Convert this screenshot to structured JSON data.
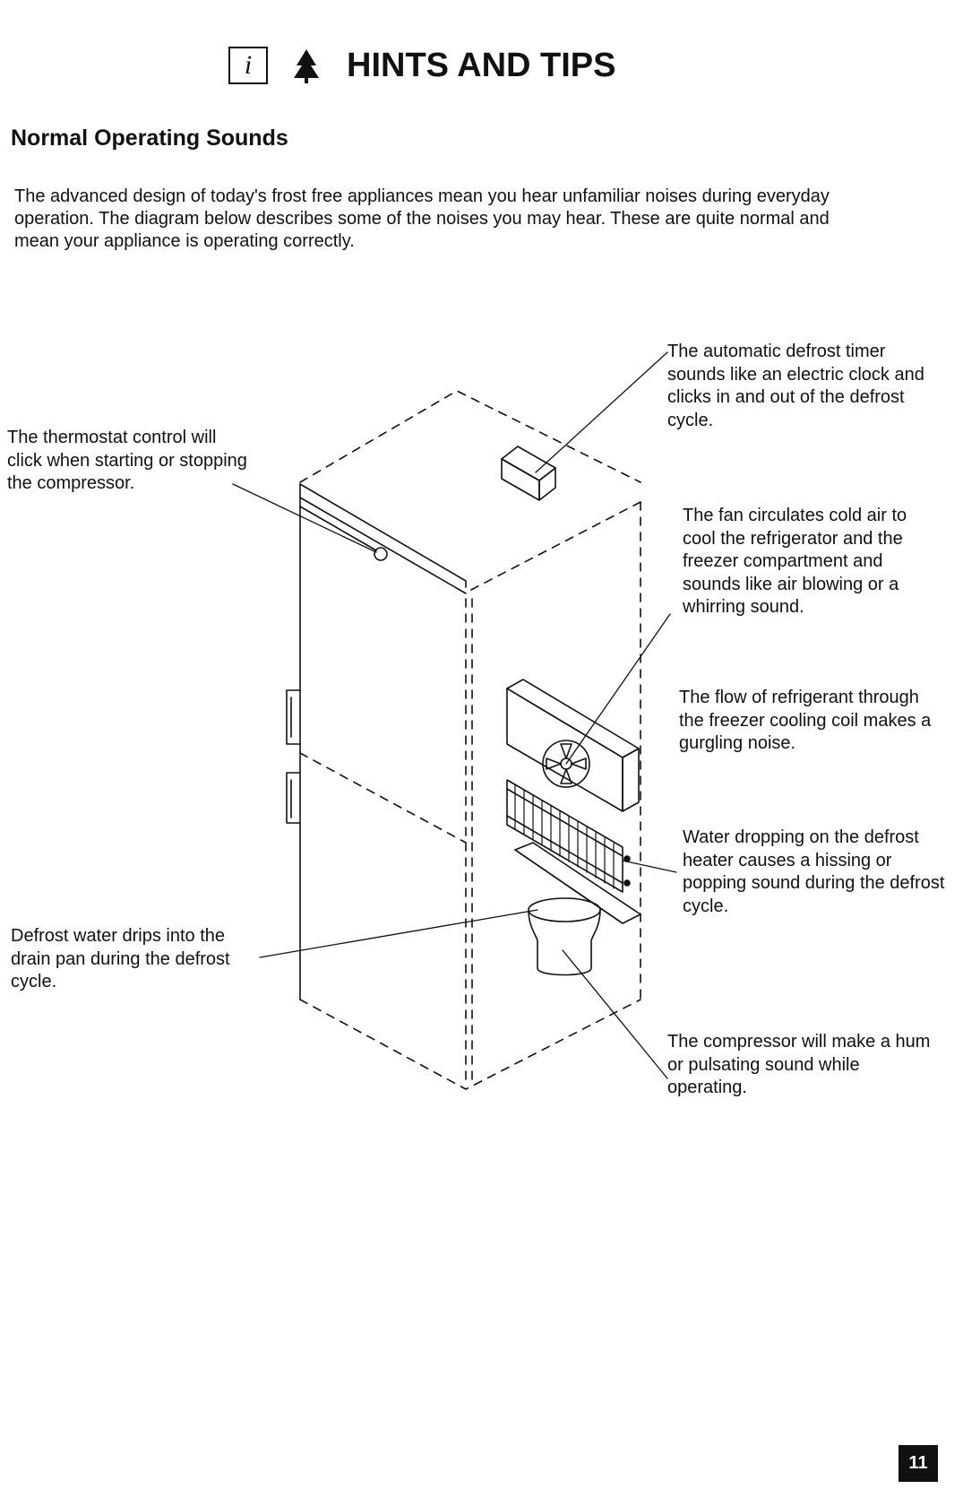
{
  "header": {
    "title": "HINTS AND TIPS",
    "info_icon_glyph": "i",
    "icons": [
      "info-icon",
      "tree-icon"
    ]
  },
  "section": {
    "title": "Normal Operating Sounds",
    "intro": "The advanced design of today's frost free appliances mean you hear unfamiliar noises during everyday operation. The diagram below describes some of the noises you may hear. These are quite normal and mean your appliance is operating correctly."
  },
  "callouts": {
    "thermostat": "The thermostat control will click when starting or stopping the compressor.",
    "defrost_timer": "The automatic defrost timer sounds like an electric clock and clicks in and out of the defrost cycle.",
    "fan": "The fan circulates cold air to cool the refrigerator and the freezer compartment and sounds like air blowing or a whirring sound.",
    "refrigerant": "The flow of refrigerant through the freezer cooling coil makes a gurgling noise.",
    "water_heater": "Water dropping on the defrost heater causes a hissing or popping sound during the defrost cycle.",
    "drain_pan": "Defrost water drips into the drain pan during the defrost cycle.",
    "compressor": "The compressor will make a hum or pulsating sound while operating."
  },
  "footer": {
    "page_number": "11"
  }
}
